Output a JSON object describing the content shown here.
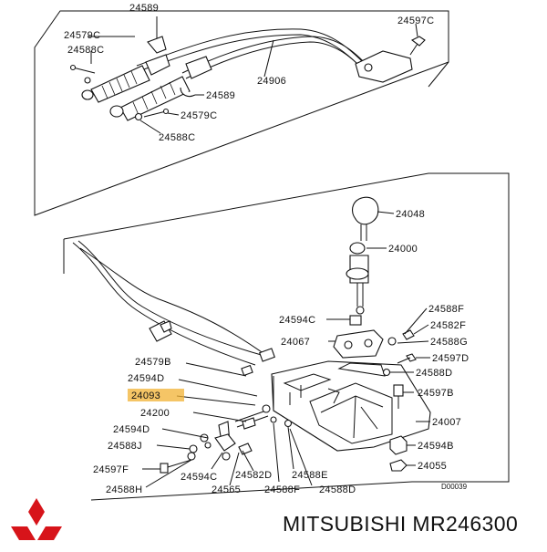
{
  "labels": {
    "p24589_top": "24589",
    "p24597C_top": "24597C",
    "p24579C_left": "24579C",
    "p24588C_left": "24588C",
    "p24906": "24906",
    "p24589_mid": "24589",
    "p24579C_mid": "24579C",
    "p24588C_mid": "24588C",
    "p24048": "24048",
    "p24000": "24000",
    "p24588F_r": "24588F",
    "p24582F_r": "24582F",
    "p24594C_mid": "24594C",
    "p24588G": "24588G",
    "p24067": "24067",
    "p24597D": "24597D",
    "p24579B": "24579B",
    "p24588D_r": "24588D",
    "p24594D_top": "24594D",
    "p24093": "24093",
    "p24597B": "24597B",
    "p24200": "24200",
    "p24007": "24007",
    "p24594D_low": "24594D",
    "p24588J": "24588J",
    "p24594B": "24594B",
    "p24597F": "24597F",
    "p24055": "24055",
    "p24594C_low": "24594C",
    "p24582D": "24582D",
    "p24588E": "24588E",
    "p24588H": "24588H",
    "p24565": "24565",
    "p24588F_low": "24588F",
    "p24588D_low": "24588D"
  },
  "diagram_code": "D00039",
  "brand": {
    "title": "MITSUBISHI MR246300",
    "logo_color": "#d7141a"
  },
  "highlight_color": "#f2b233"
}
